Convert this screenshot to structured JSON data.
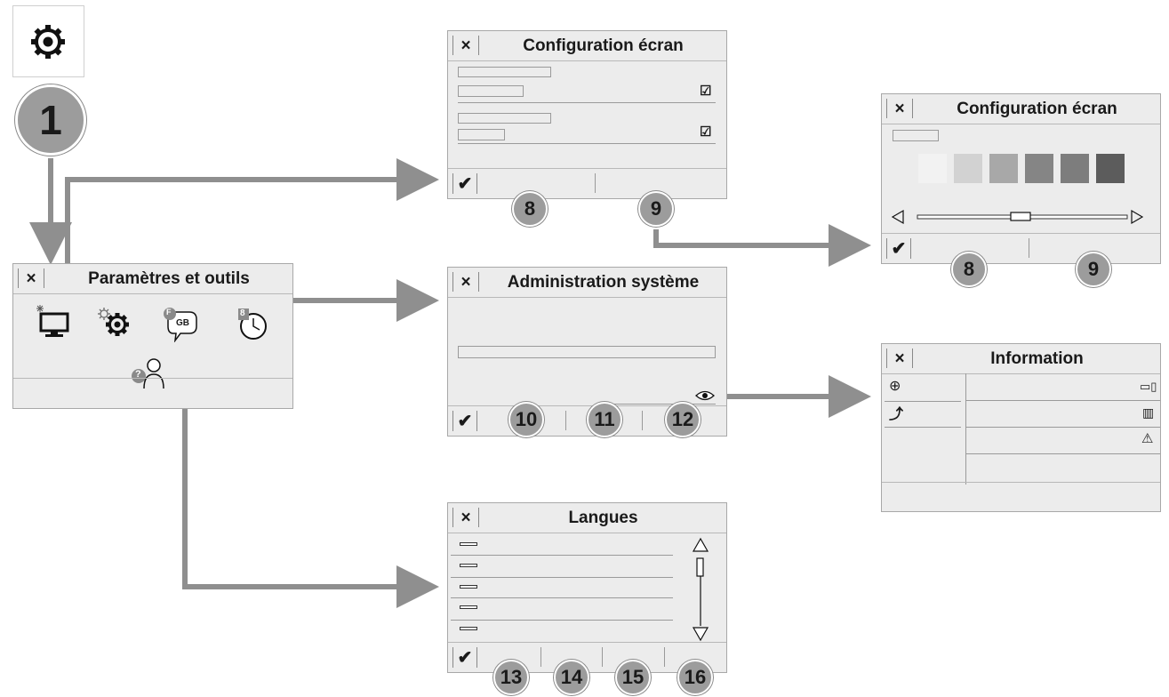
{
  "colors": {
    "screen_bg": "#ececec",
    "arrow": "#8f8f8f",
    "circle": "#9c9c9c"
  },
  "main_step": "1",
  "screens": {
    "params": {
      "title": "Paramètres et outils",
      "close": "×"
    },
    "config1": {
      "title": "Configuration écran",
      "close": "×",
      "ok": "✔",
      "steps": [
        "8",
        "9"
      ]
    },
    "config2": {
      "title": "Configuration écran",
      "close": "×",
      "ok": "✔",
      "steps": [
        "8",
        "9"
      ],
      "brightness_swatches": [
        "#f2f2f2",
        "#d2d2d2",
        "#a8a8a8",
        "#858585",
        "#7d7d7d",
        "#5c5c5c"
      ]
    },
    "admin": {
      "title": "Administration système",
      "close": "×",
      "ok": "✔",
      "steps": [
        "10",
        "11",
        "12"
      ]
    },
    "info": {
      "title": "Information",
      "close": "×"
    },
    "langues": {
      "title": "Langues",
      "close": "×",
      "ok": "✔",
      "steps": [
        "13",
        "14",
        "15",
        "16"
      ]
    }
  },
  "icons": {
    "params_badge": "?",
    "lang_badge_f": "F",
    "lang_badge_gb": "GB",
    "clock_badge": "8"
  }
}
